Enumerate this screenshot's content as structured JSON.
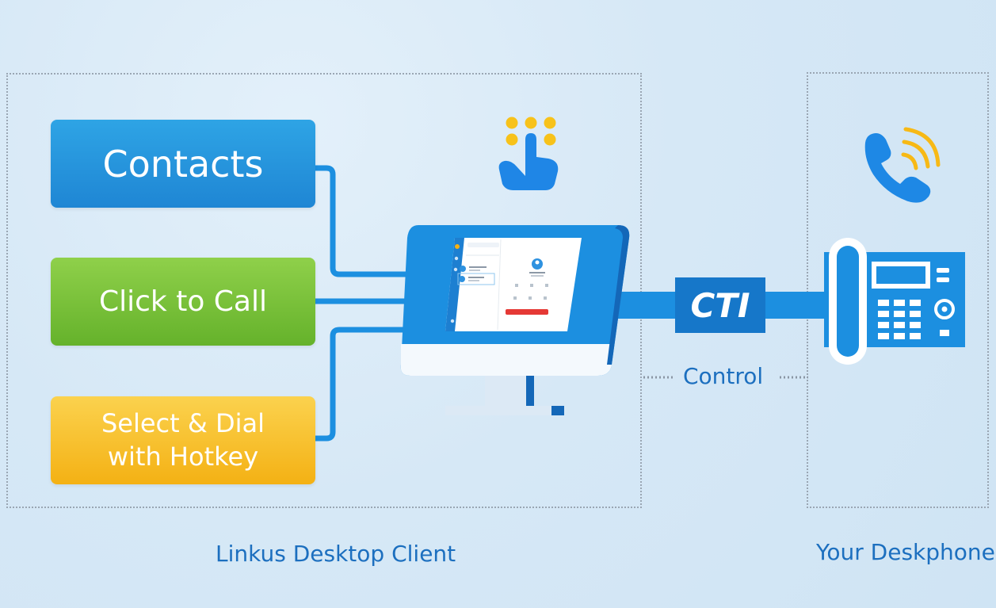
{
  "features": {
    "contacts": "Contacts",
    "click_to_call": "Click to Call",
    "select_dial": "Select & Dial\nwith Hotkey"
  },
  "link": {
    "protocol": "CTI",
    "action": "Control"
  },
  "captions": {
    "client": "Linkus Desktop Client",
    "phone": "Your Deskphone"
  },
  "colors": {
    "contacts": "#1f86d4",
    "click_to_call": "#65b22b",
    "select_dial": "#f4b114",
    "accent": "#1677c9"
  },
  "icons": {
    "keypad": "keypad-tap-icon",
    "phone": "phone-ringing-icon"
  }
}
